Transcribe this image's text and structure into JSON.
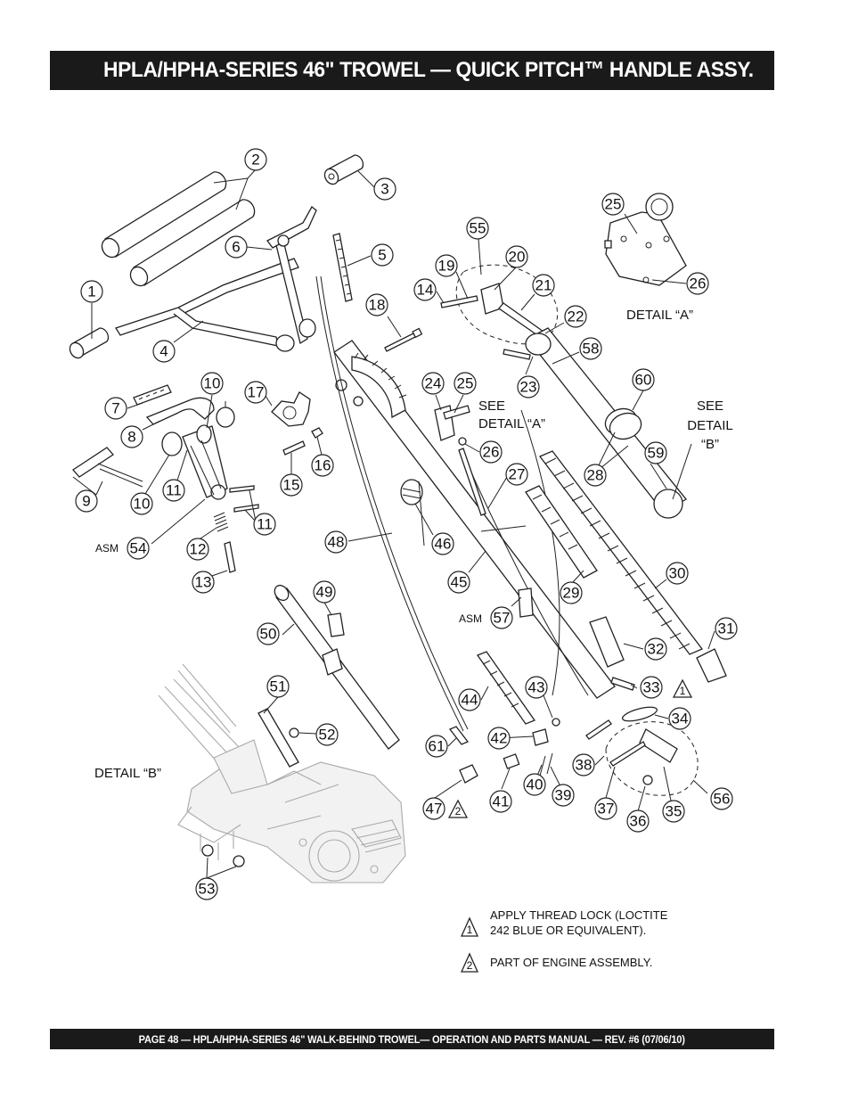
{
  "header": {
    "title": "HPLA/HPHA-SERIES 46\" TROWEL — QUICK PITCH™ HANDLE ASSY."
  },
  "footer": {
    "text": "PAGE 48 — HPLA/HPHA-SERIES 46\"  WALK-BEHIND TROWEL— OPERATION AND PARTS MANUAL — REV. #6 (07/06/10)"
  },
  "callouts": [
    "1",
    "2",
    "3",
    "4",
    "5",
    "6",
    "7",
    "8",
    "9",
    "10",
    "10",
    "11",
    "11",
    "12",
    "13",
    "14",
    "15",
    "16",
    "17",
    "18",
    "19",
    "20",
    "21",
    "22",
    "23",
    "24",
    "25",
    "25",
    "26",
    "26",
    "27",
    "28",
    "29",
    "30",
    "31",
    "32",
    "33",
    "34",
    "35",
    "36",
    "37",
    "38",
    "39",
    "40",
    "41",
    "42",
    "43",
    "44",
    "45",
    "46",
    "47",
    "48",
    "49",
    "50",
    "51",
    "52",
    "53",
    "54",
    "55",
    "56",
    "57",
    "58",
    "59",
    "60",
    "61"
  ],
  "labels": {
    "detail_a": "DETAIL “A”",
    "see_detail_a_line1": "SEE",
    "see_detail_a_line2": "DETAIL “A”",
    "see_detail_b_line1": "SEE",
    "see_detail_b_line2": "DETAIL",
    "see_detail_b_line3": "“B”",
    "detail_b": "DETAIL “B”",
    "asm": "ASM"
  },
  "notes": [
    {
      "marker": "1",
      "line1": "APPLY THREAD LOCK (LOCTITE",
      "line2": "242 BLUE OR EQUIVALENT)."
    },
    {
      "marker": "2",
      "line1": "PART OF ENGINE ASSEMBLY.",
      "line2": ""
    }
  ],
  "markers": {
    "m33": "1",
    "m47": "2"
  },
  "colors": {
    "bar": "#1a1a1a",
    "ink": "#222222",
    "ghost": "#aaaaaa"
  }
}
